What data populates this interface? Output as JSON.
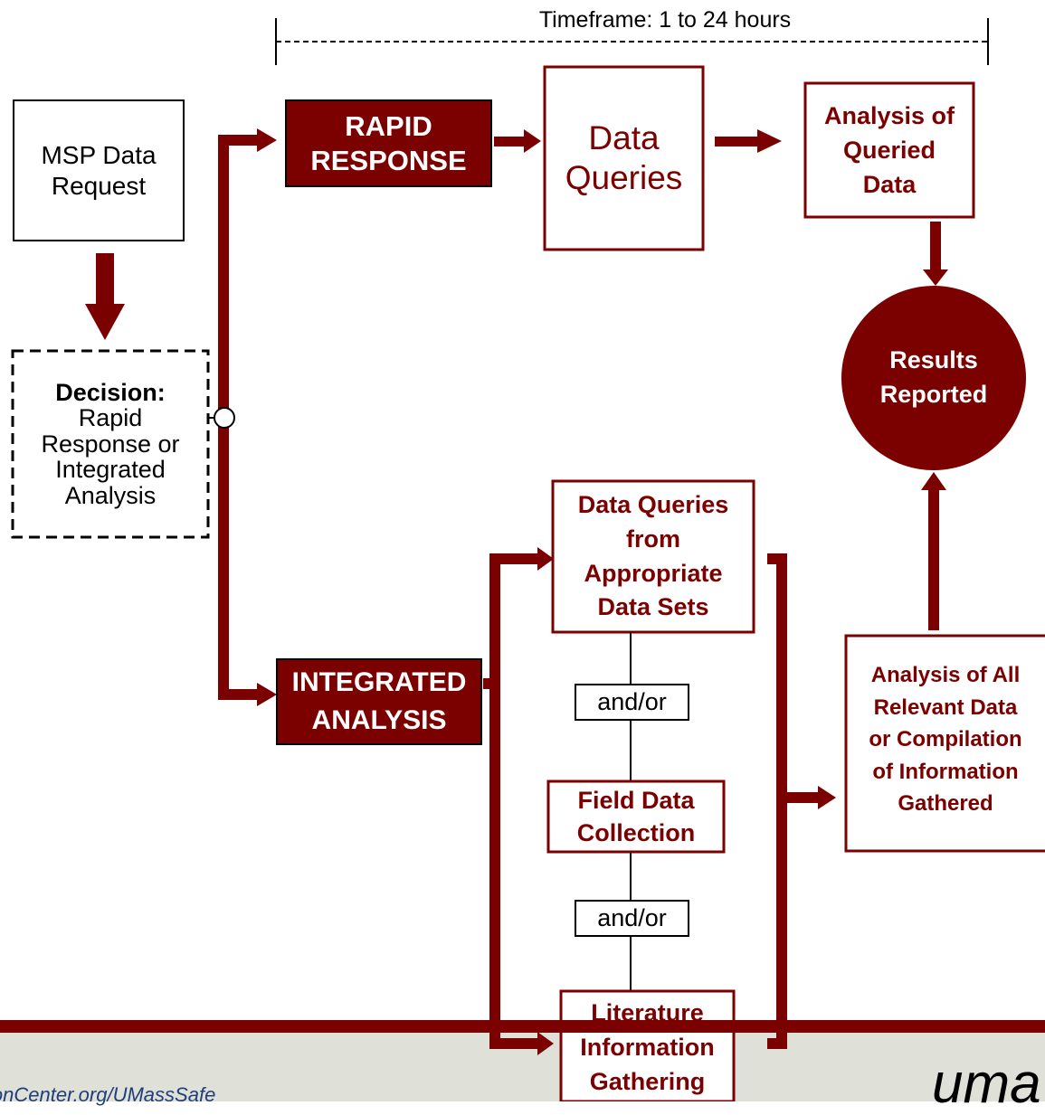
{
  "timeframe_label": "Timeframe: 1 to 24 hours",
  "nodes": {
    "msp_request": [
      "MSP Data",
      "Request"
    ],
    "decision": {
      "bold": "Decision:",
      "lines": [
        "Rapid",
        "Response or",
        "Integrated",
        "Analysis"
      ]
    },
    "rapid_response": [
      "RAPID",
      "RESPONSE"
    ],
    "data_queries": [
      "Data",
      "Queries"
    ],
    "analysis_queried": [
      "Analysis of",
      "Queried",
      "Data"
    ],
    "results_reported": [
      "Results",
      "Reported"
    ],
    "integrated_analysis": [
      "INTEGRATED",
      "ANALYSIS"
    ],
    "data_queries_sets": [
      "Data Queries",
      "from",
      "Appropriate",
      "Data Sets"
    ],
    "andor_1": "and/or",
    "field_data": [
      "Field Data",
      "Collection"
    ],
    "andor_2": "and/or",
    "literature": [
      "Literature",
      "Information",
      "Gathering"
    ],
    "analysis_all": [
      "Analysis of All",
      "Relevant Data",
      "or Compilation",
      "of Information",
      "Gathered"
    ]
  },
  "footer": {
    "url_text": "ionCenter.org/UMassSafe",
    "logo_text": "uma"
  },
  "colors": {
    "maroon": "#7b0000",
    "footer_band": "#dfe0d8",
    "footer_url": "#1f3e7a"
  }
}
